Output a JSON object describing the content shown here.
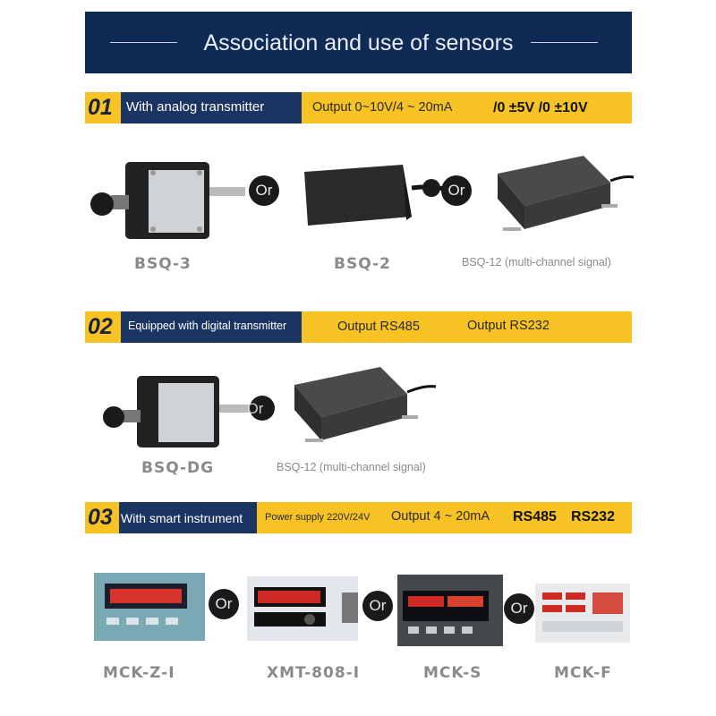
{
  "header": {
    "title": "Association and use of sensors"
  },
  "section1": {
    "number": "01",
    "label": "With analog transmitter",
    "output": "Output 0~10V/4 ~ 20mA",
    "voltage": "/0 ±5V /0 ±10V",
    "products": [
      "BSQ-3",
      "BSQ-2",
      "BSQ-12 (multi-channel signal)"
    ]
  },
  "section2": {
    "number": "02",
    "label": "Equipped with digital transmitter",
    "output1": "Output RS485",
    "output2": "Output RS232",
    "products": [
      "BSQ-DG",
      "BSQ-12 (multi-channel signal)"
    ]
  },
  "section3": {
    "number": "03",
    "label": "With smart instrument",
    "power": "Power supply 220V/24V",
    "output": "Output 4 ~ 20mA",
    "rs485": "RS485",
    "rs232": "RS232",
    "products": [
      "MCK-Z-I",
      "XMT-808-I",
      "MCK-S",
      "MCK-F"
    ]
  },
  "or_label": "Or",
  "colors": {
    "navy": "#0f2a55",
    "yellow": "#f7c324",
    "text_gray": "#8a8a8a"
  }
}
